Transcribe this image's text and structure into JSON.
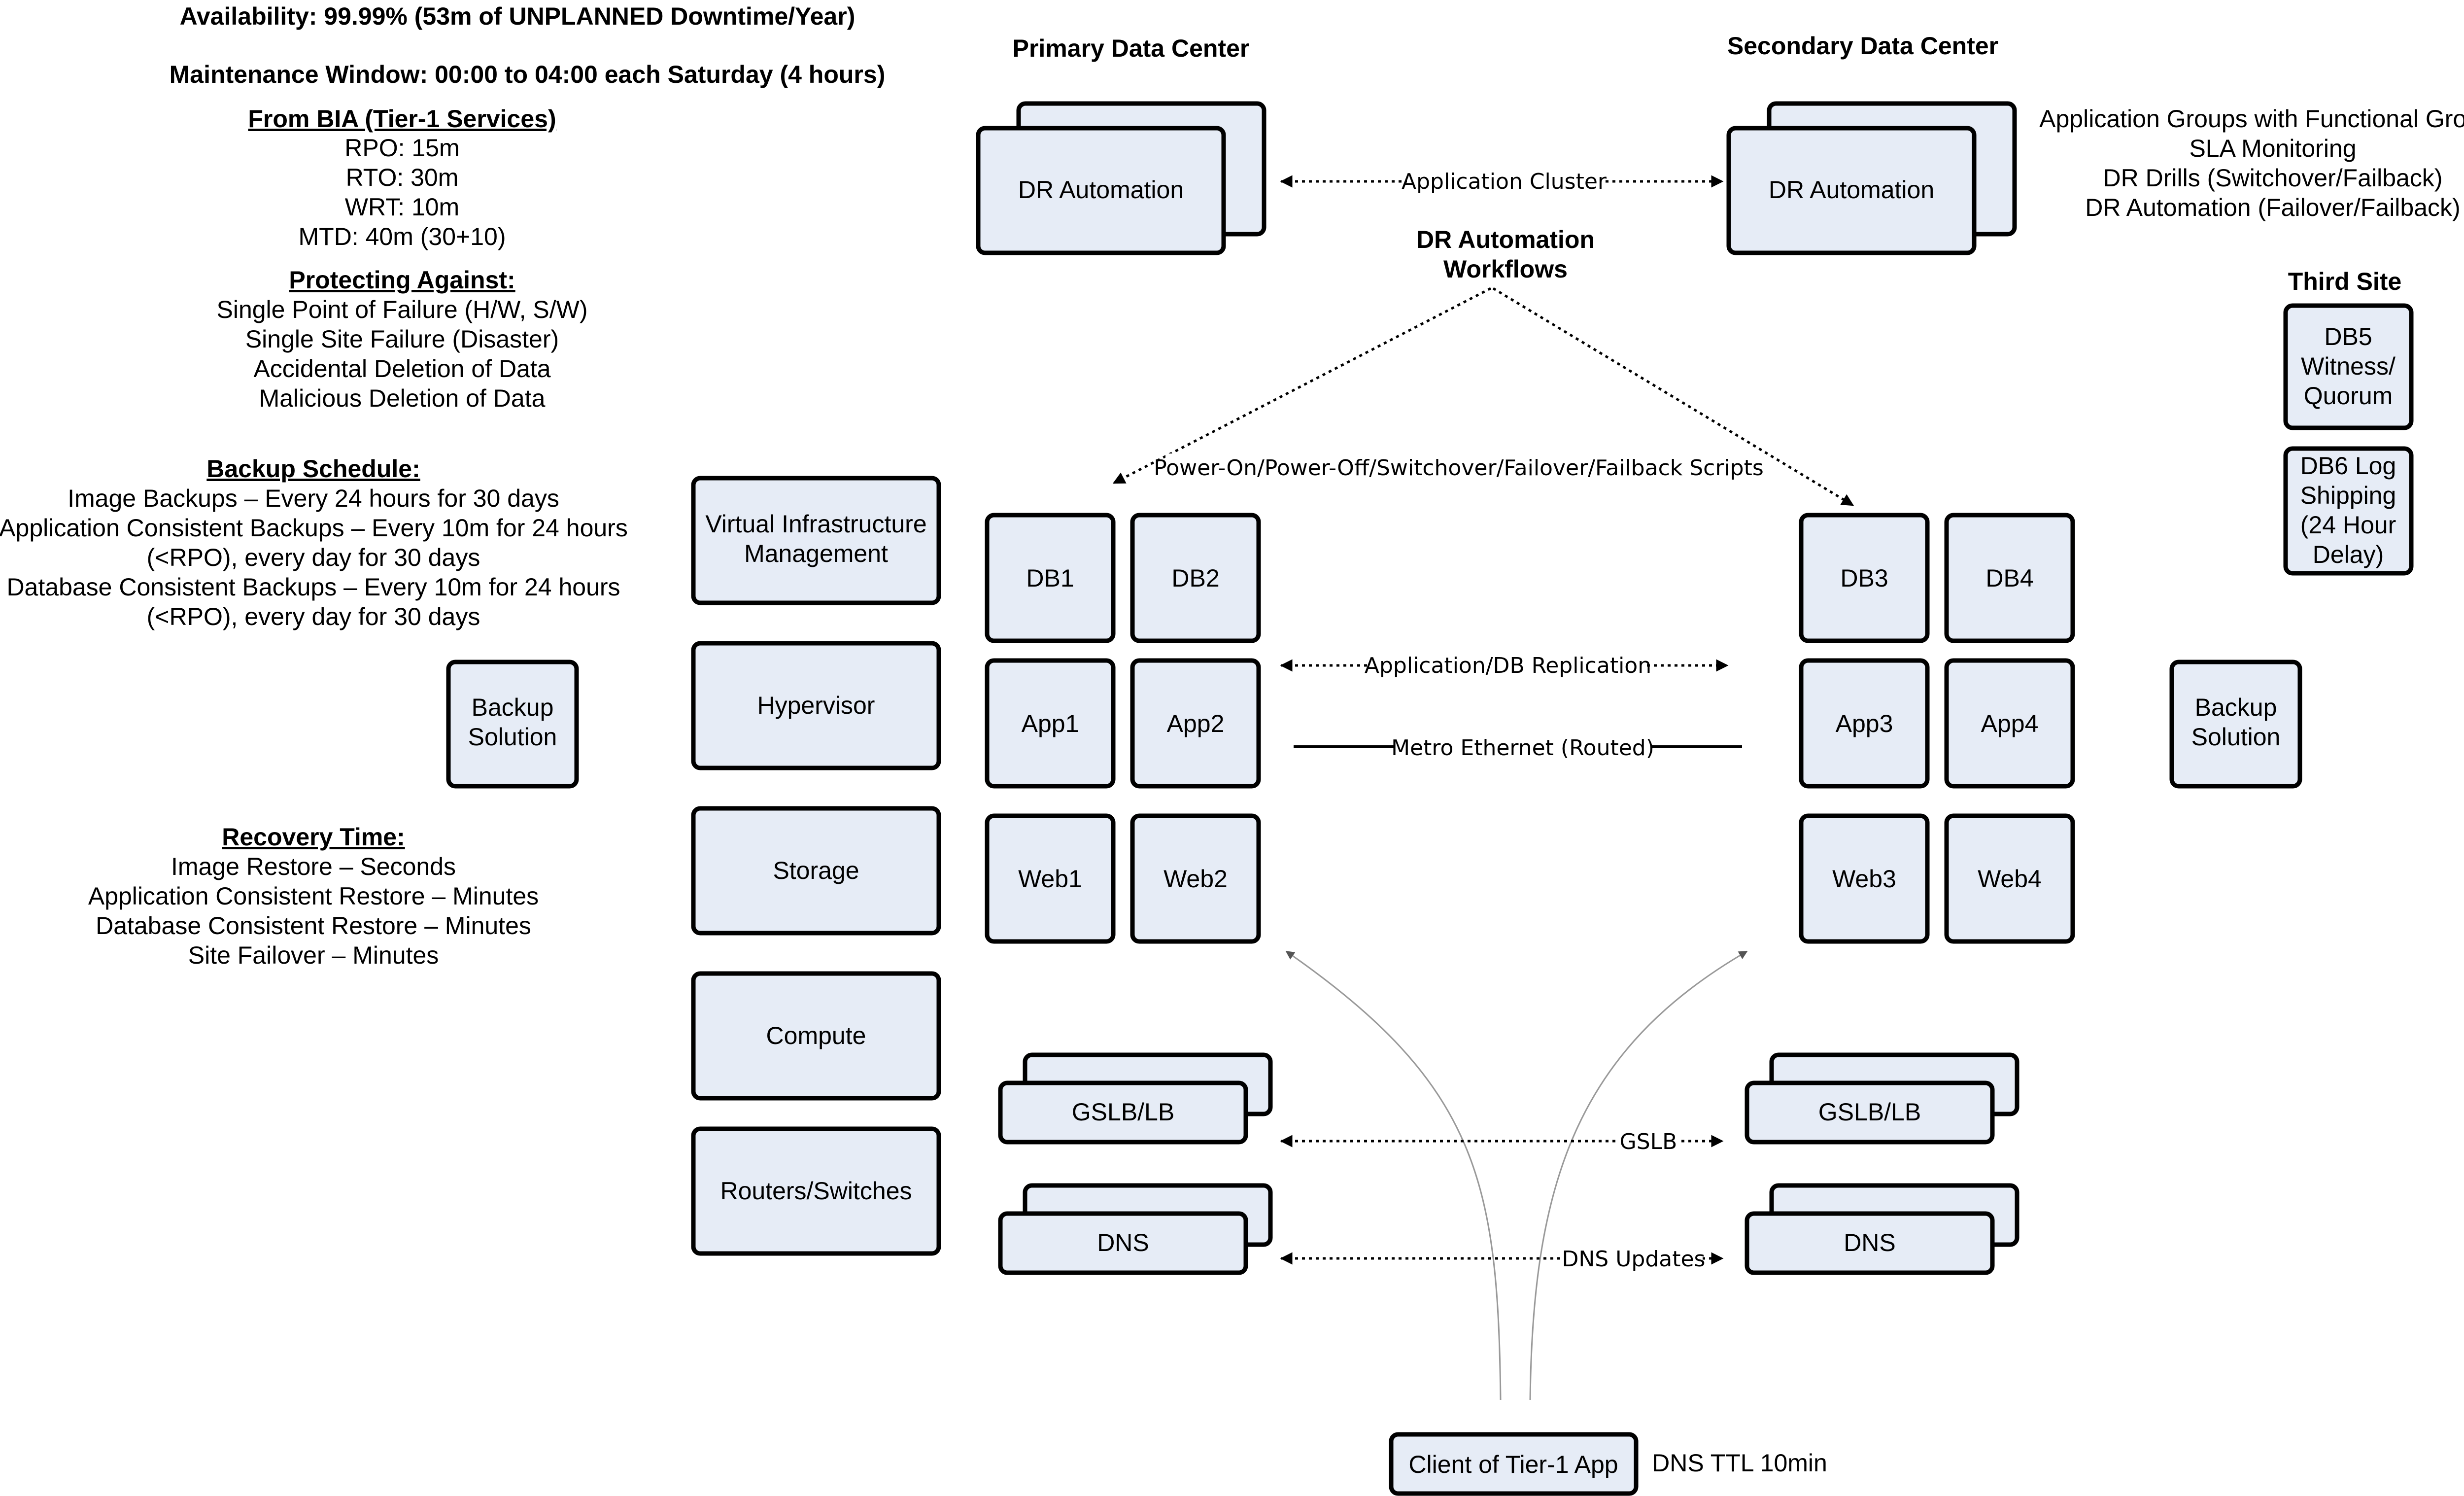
{
  "header": {
    "availability": "Availability: 99.99% (53m of UNPLANNED Downtime/Year)",
    "maintenance": "Maintenance Window: 00:00 to 04:00 each Saturday (4 hours)"
  },
  "bia": {
    "heading": "From BIA (Tier-1 Services)",
    "lines": [
      "RPO: 15m",
      "RTO: 30m",
      "WRT: 10m",
      "MTD: 40m (30+10)"
    ]
  },
  "protecting": {
    "heading": "Protecting Against:",
    "lines": [
      "Single Point of Failure (H/W, S/W)",
      "Single Site Failure (Disaster)",
      "Accidental Deletion of Data",
      "Malicious Deletion of Data"
    ]
  },
  "backup_schedule": {
    "heading": "Backup Schedule:",
    "lines": [
      "Image Backups – Every 24 hours for 30 days",
      "Application Consistent Backups – Every 10m for 24 hours",
      "(<RPO), every day for 30 days",
      "Database Consistent Backups – Every 10m for 24 hours",
      "(<RPO), every day for 30 days"
    ]
  },
  "recovery_time": {
    "heading": "Recovery Time:",
    "lines": [
      "Image Restore – Seconds",
      "Application Consistent Restore – Minutes",
      "Database Consistent Restore – Minutes",
      "Site Failover – Minutes"
    ]
  },
  "sites": {
    "primary": "Primary Data Center",
    "secondary": "Secondary Data Center",
    "third": "Third Site"
  },
  "dr_automation": "DR Automation",
  "workflows_title": [
    "DR Automation",
    "Workflows"
  ],
  "secondary_notes": [
    "Application Groups with Functional Groups",
    "SLA Monitoring",
    "DR Drills (Switchover/Failback)",
    "DR Automation (Failover/Failback)"
  ],
  "stack": [
    "Virtual Infrastructure",
    "Management",
    "Hypervisor",
    "Storage",
    "Compute",
    "Routers/Switches"
  ],
  "backup_solution": [
    "Backup",
    "Solution"
  ],
  "primary_nodes": [
    "DB1",
    "DB2",
    "App1",
    "App2",
    "Web1",
    "Web2"
  ],
  "secondary_nodes": [
    "DB3",
    "DB4",
    "App3",
    "App4",
    "Web3",
    "Web4"
  ],
  "third_site_nodes": {
    "db5": [
      "DB5",
      "Witness/",
      "Quorum"
    ],
    "db6": [
      "DB6 Log",
      "Shipping",
      "(24 Hour",
      "Delay)"
    ]
  },
  "gslb_lb": "GSLB/LB",
  "dns": "DNS",
  "links": {
    "app_cluster": "Application Cluster",
    "scripts": "Power-On/Power-Off/Switchover/Failover/Failback Scripts",
    "replication": "Application/DB Replication",
    "metro": "Metro Ethernet (Routed)",
    "gslb": "GSLB",
    "dns_updates": "DNS Updates"
  },
  "client": "Client of Tier-1 App",
  "dns_ttl": "DNS TTL 10min"
}
